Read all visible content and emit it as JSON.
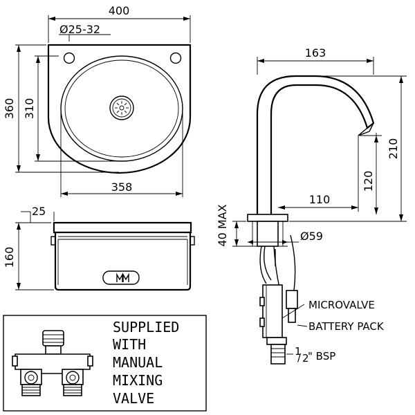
{
  "sink_top_view": {
    "overall_width": "400",
    "hole_diameter": "Ø25-32",
    "overall_depth": "360",
    "bowl_depth": "310",
    "bowl_width": "358"
  },
  "sink_side_view": {
    "rim_dimension": "25",
    "height": "160"
  },
  "tap_view": {
    "reach": "163",
    "height": "210",
    "spout_height": "120",
    "spout_reach": "110",
    "max_deck": "40 MAX",
    "base_diameter": "Ø59"
  },
  "component_labels": {
    "microvalve": "MICROVALVE",
    "battery_pack": "BATTERY PACK",
    "bsp_fraction_num": "1",
    "bsp_fraction_den": "2",
    "bsp_rest": "\" BSP"
  },
  "supplied_note": {
    "lines": [
      "SUPPLIED",
      "WITH",
      "MANUAL",
      "MIXING",
      "VALVE"
    ]
  }
}
